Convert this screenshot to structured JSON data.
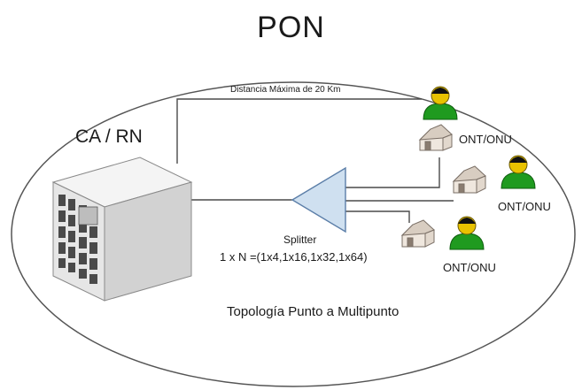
{
  "title": "PON",
  "central": {
    "label": "CA / RN"
  },
  "distance_label": "Distancia Máxima de 20 Km",
  "splitter": {
    "label": "Splitter",
    "ratio": "1 x N =(1x4,1x16,1x32,1x64)"
  },
  "onts": [
    {
      "label": "ONT/ONU"
    },
    {
      "label": "ONT/ONU"
    },
    {
      "label": "ONT/ONU"
    }
  ],
  "topology_label": "Topología Punto a Multipunto",
  "colors": {
    "line": "#4a4a4a",
    "splitter_fill": "#cfe0f0",
    "user_green": "#1f9a1f",
    "user_head": "#e8c200",
    "house_wall": "#f1ece6",
    "house_roof": "#d9cfc4",
    "building_face": "#e9e9e9",
    "building_side": "#cfcfcf"
  }
}
